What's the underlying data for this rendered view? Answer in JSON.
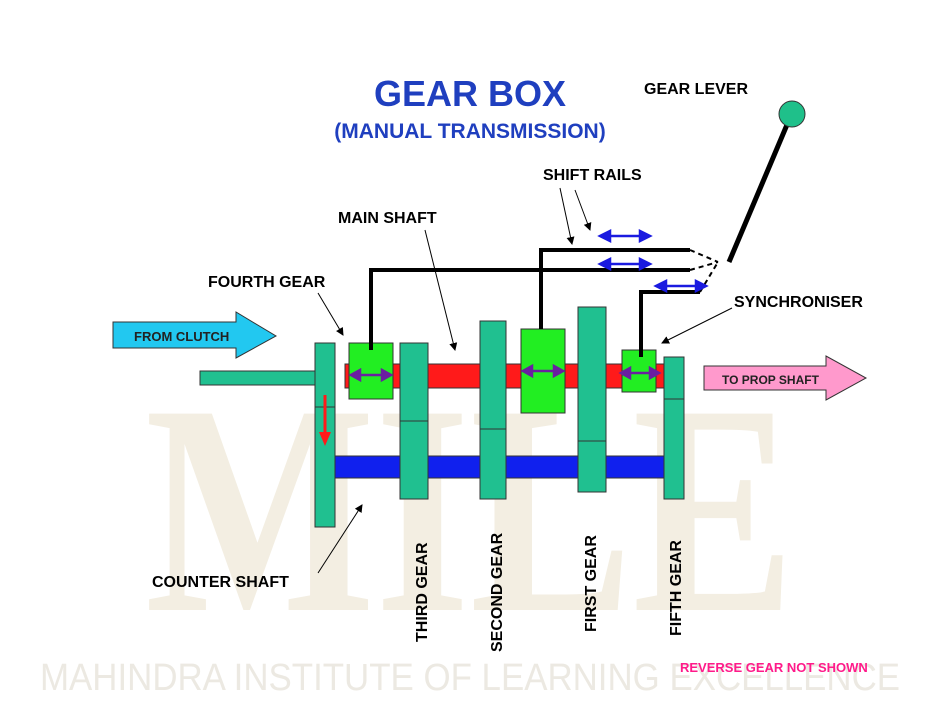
{
  "title": "GEAR BOX",
  "subtitle": "(MANUAL TRANSMISSION)",
  "labels": {
    "gear_lever": "GEAR LEVER",
    "shift_rails": "SHIFT RAILS",
    "main_shaft": "MAIN SHAFT",
    "fourth_gear": "FOURTH GEAR",
    "synchroniser": "SYNCHRONISER",
    "from_clutch": "FROM CLUTCH",
    "to_prop_shaft": "TO PROP SHAFT",
    "counter_shaft": "COUNTER SHAFT",
    "third_gear": "THIRD GEAR",
    "second_gear": "SECOND GEAR",
    "first_gear": "FIRST GEAR",
    "fifth_gear": "FIFTH GEAR",
    "reverse_note": "REVERSE GEAR NOT SHOWN"
  },
  "watermark": {
    "logo": "MILE",
    "text": "MAHINDRA INSTITUTE OF LEARNING EXCELLENCE"
  },
  "colors": {
    "title": "#1f3fbf",
    "gear": "#20c090",
    "synchroniser": "#22ee22",
    "main_shaft": "#ff1a1a",
    "counter_shaft": "#1020ee",
    "clutch_arrow": "#22c8f0",
    "prop_arrow": "#ff99cc",
    "shift_arrow": "#1a1ae0",
    "sync_arrow": "#6a1fa0",
    "lever_knob": "#1fc08a",
    "reverse_note": "#ff1a8a",
    "watermark": "#f3eee2"
  }
}
